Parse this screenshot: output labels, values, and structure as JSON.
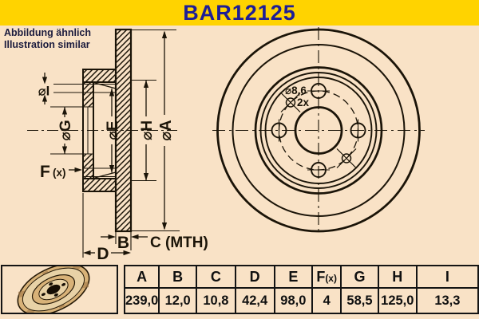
{
  "title": "BAR12125",
  "note": {
    "line1": "Abbildung ähnlich",
    "line2": "Illustration similar"
  },
  "colors": {
    "banner_bg": "#FFD300",
    "page_bg": "#F9E2C6",
    "title_text": "#1E1E96",
    "line": "#1B1408",
    "note_text": "#1C1C3E",
    "table_border": "#141414"
  },
  "section_view": {
    "dia_i_label": "⌀I",
    "dia_g_label": "⌀G",
    "dia_e_label": "⌀E",
    "dia_h_label": "⌀H",
    "dia_a_label": "⌀A",
    "f_label": "F",
    "f_suffix": "(x)",
    "b_label": "B",
    "c_label": "C (MTH)",
    "d_label": "D"
  },
  "front_view": {
    "hole_diameter_label": "⌀8,6",
    "hole_count_label": "2x"
  },
  "table": {
    "headers": [
      "A",
      "B",
      "C",
      "D",
      "E",
      "F(x)",
      "G",
      "H",
      "I"
    ],
    "values": [
      "239,0",
      "12,0",
      "10,8",
      "42,4",
      "98,0",
      "4",
      "58,5",
      "125,0",
      "13,3"
    ]
  }
}
